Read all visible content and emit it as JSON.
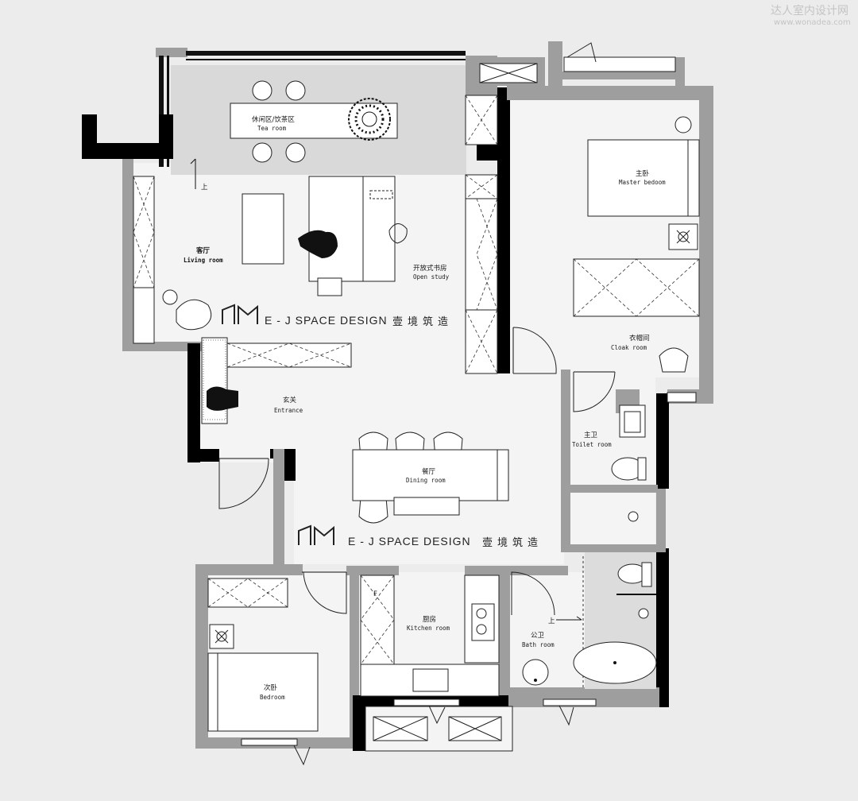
{
  "watermark": {
    "title": "达人室内设计网",
    "url": "www.wonadea.com"
  },
  "rooms": {
    "tea_room": {
      "zh": "休闲区/饮茶区",
      "en": "Tea room"
    },
    "living_room": {
      "zh": "客厅",
      "en": "Living room"
    },
    "open_study": {
      "zh": "开放式书房",
      "en": "Open study"
    },
    "master_bedroom": {
      "zh": "主卧",
      "en": "Master bedoom"
    },
    "cloak_room": {
      "zh": "衣帽间",
      "en": "Cloak room"
    },
    "entrance": {
      "zh": "玄关",
      "en": "Entrance"
    },
    "dining_room": {
      "zh": "餐厅",
      "en": "Dining room"
    },
    "toilet_room": {
      "zh": "主卫",
      "en": "Toilet room"
    },
    "kitchen_room": {
      "zh": "厨房",
      "en": "Kitchen room"
    },
    "bath_room": {
      "zh": "公卫",
      "en": "Bath room"
    },
    "bedroom": {
      "zh": "次卧",
      "en": "Bedroom"
    }
  },
  "markers": {
    "up_living": "上",
    "up_bath": "上",
    "fridge": "F"
  },
  "branding": {
    "name": "E - J SPACE DESIGN",
    "zh": "壹境筑造"
  },
  "colors": {
    "wall_grey": "#9e9e9e",
    "wall_black": "#000000",
    "floor": "#f4f4f4",
    "tea_floor": "#d9d9d9",
    "background": "#ececec"
  }
}
